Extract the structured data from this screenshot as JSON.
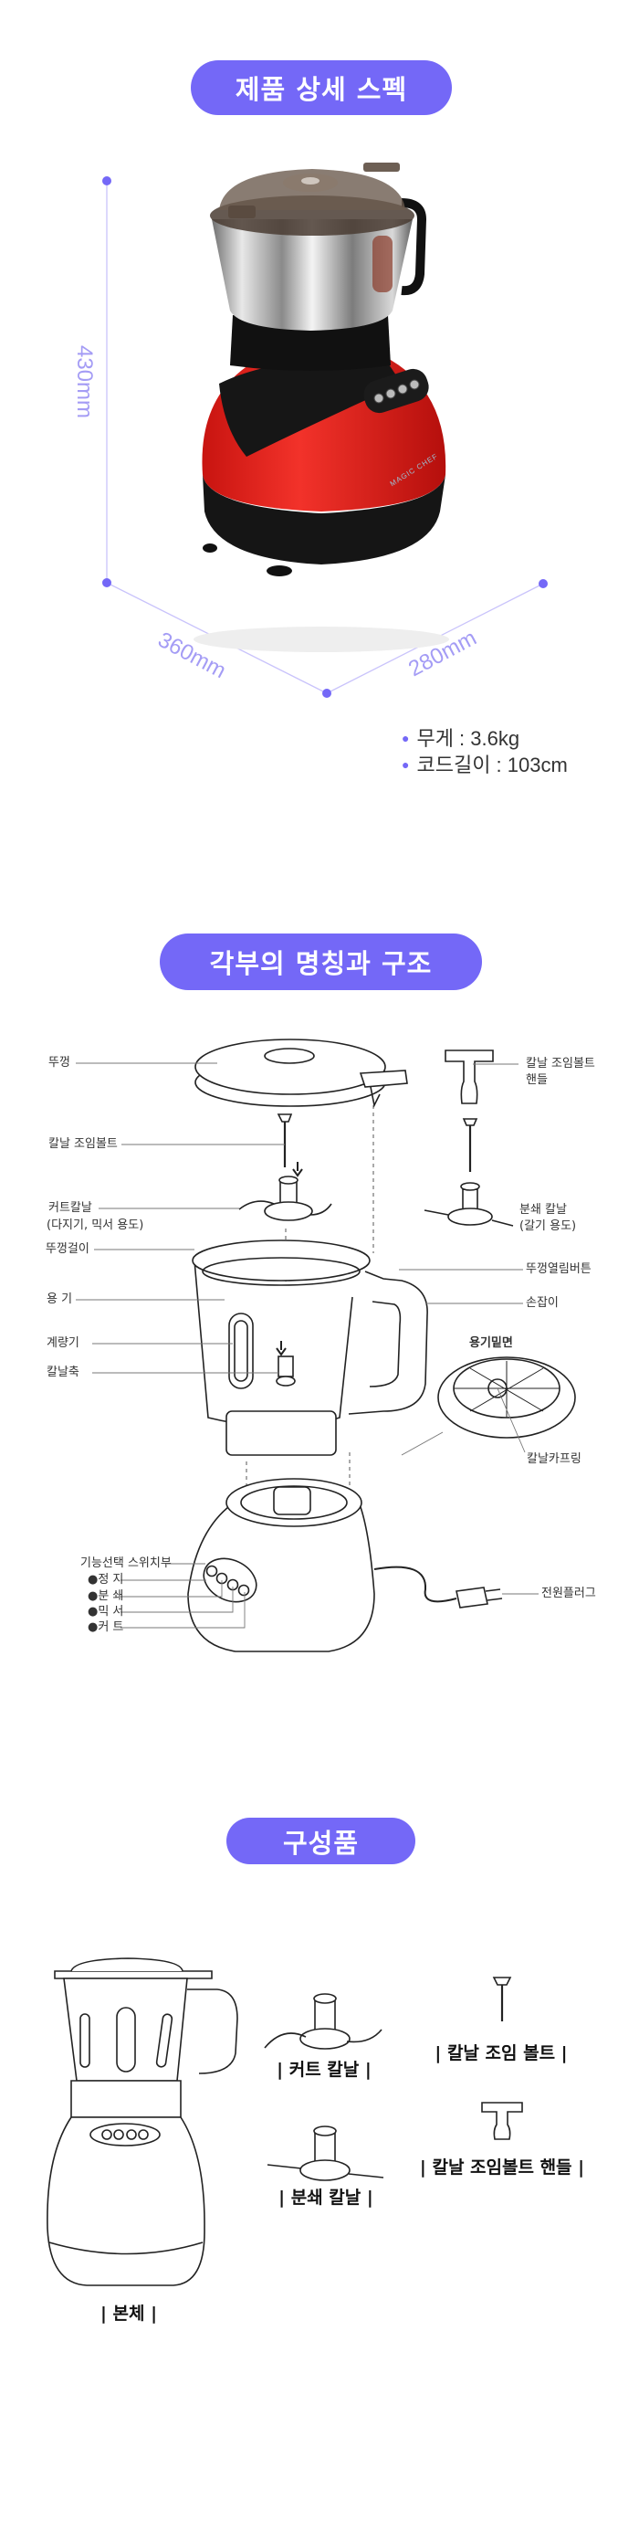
{
  "section_spec": {
    "title": "제품 상세 스펙",
    "height_label": "430mm",
    "width_label": "360mm",
    "depth_label": "280mm",
    "brand_mark": "MAGIC CHEF",
    "specs": [
      {
        "text": "무게 : 3.6kg"
      },
      {
        "text": "코드길이 : 103cm"
      }
    ]
  },
  "section_parts": {
    "title": "각부의 명칭과 구조",
    "labels": {
      "lid": "뚜껑",
      "blade_bolt": "칼날 조임볼트",
      "cutter_blade": "커트칼날",
      "cutter_blade_use": "(다지기, 믹서 용도)",
      "lid_hook": "뚜껑걸이",
      "container": "용 기",
      "measure": "계량기",
      "blade_shaft": "칼날축",
      "bolt_handle": "칼날 조임볼트",
      "bolt_handle_2": "핸들",
      "grind_blade": "분쇄 칼날",
      "grind_blade_use": "(갈기 용도)",
      "lid_open_button": "뚜껑열림버튼",
      "handle": "손잡이",
      "container_bottom": "용기밑면",
      "blade_coupling": "칼날카프링",
      "switch_panel": "기능선택 스위치부",
      "stop": "●정  지",
      "grind": "●분  쇄",
      "mixer": "●믹  서",
      "cut": "●커  트",
      "power_plug": "전원플러그"
    }
  },
  "section_components": {
    "title": "구성품",
    "items": [
      {
        "label": "| 본체 |"
      },
      {
        "label": "| 커트 칼날 |"
      },
      {
        "label": "| 칼날 조임 볼트 |"
      },
      {
        "label": "| 분쇄 칼날 |"
      },
      {
        "label": "| 칼날 조임볼트 핸들 |"
      }
    ]
  },
  "colors": {
    "accent": "#7468f7",
    "dimension": "#a49cf5",
    "body_red": "#e0201c"
  }
}
